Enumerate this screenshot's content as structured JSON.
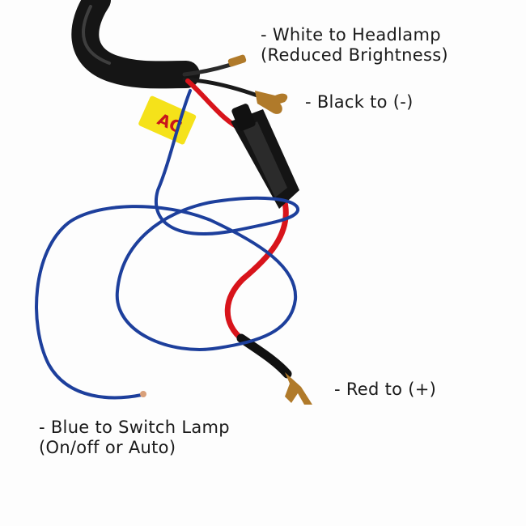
{
  "labels": {
    "white": {
      "line1": "- White to Headlamp",
      "line2": "(Reduced Brightness)"
    },
    "black": {
      "line1": "- Black to (-)"
    },
    "red": {
      "line1": "- Red to (+)"
    },
    "blue": {
      "line1": "- Blue to Switch Lamp",
      "line2": "(On/off or Auto)"
    }
  },
  "tag": {
    "text": "AC"
  },
  "colors": {
    "cable": "#151515",
    "red_wire": "#d8141b",
    "blue_wire": "#1d3f9c",
    "black_wire": "#1a1a1a",
    "terminal": "#b07a2a",
    "tag": "#f5e21a"
  }
}
